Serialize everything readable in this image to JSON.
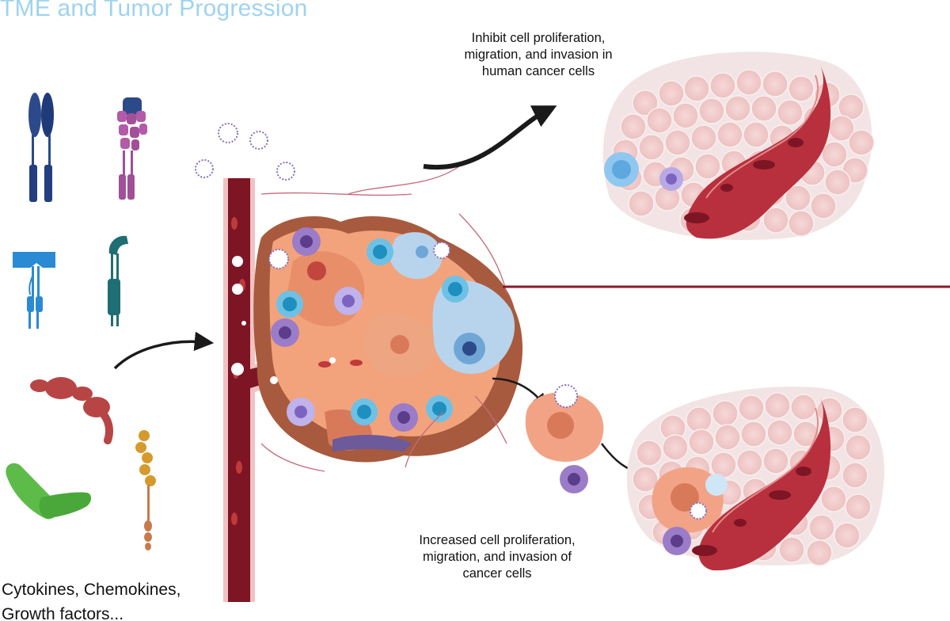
{
  "title": "TME and Tumor Progression",
  "captions": {
    "inhibit": [
      "Inhibit cell proliferation,",
      "migration, and invasion in",
      "human cancer cells"
    ],
    "increase": [
      "Increased cell proliferation,",
      "migration, and invasion of",
      "cancer cells"
    ]
  },
  "factors_label": [
    "Cytokines, Chemokines,",
    "Growth factors..."
  ],
  "colors": {
    "title": "#9fd3ef",
    "vessel": "#8b1a2b",
    "tumor": "#f2a37c",
    "tissue_cell": "#f0c9c9",
    "arrow": "#1a1a1a",
    "divider": "#8b1a2b"
  },
  "icons": [
    "receptor-navy-icon",
    "receptor-purple-icon",
    "receptor-blue-icon",
    "receptor-teal-icon",
    "chemokine-red-icon",
    "growth-factor-green-icon",
    "cytokine-chain-orange-icon"
  ]
}
